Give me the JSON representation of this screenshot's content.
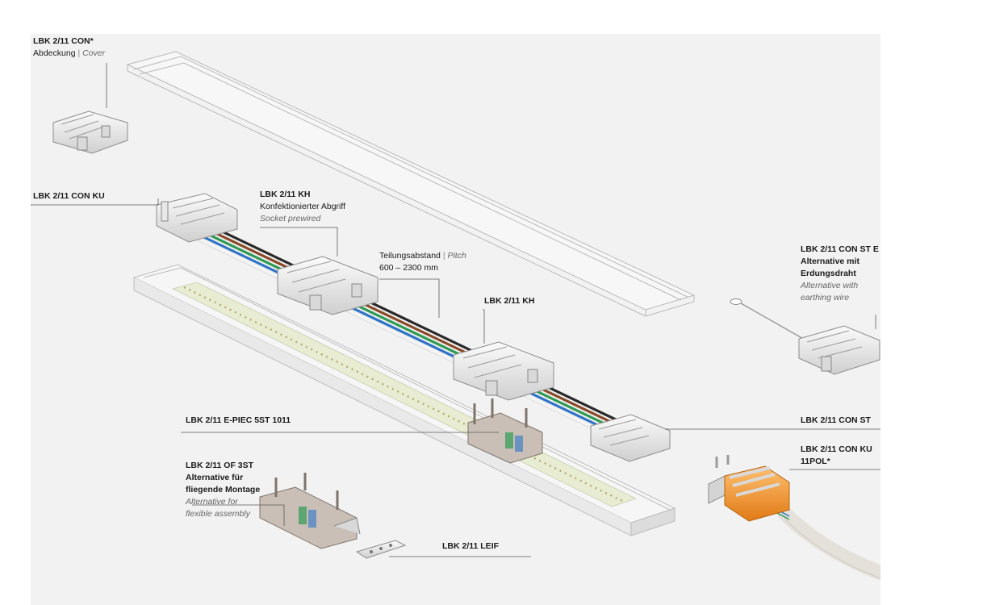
{
  "labels": {
    "con": {
      "name": "LBK 2/11 CON*",
      "de": "Abdeckung",
      "sep": "|",
      "en": "Cover"
    },
    "con_ku": {
      "name": "LBK 2/11 CON KU"
    },
    "kh_prewired": {
      "name": "LBK 2/11 KH",
      "de": "Konfektionierter Abgriff",
      "en": "Socket prewired"
    },
    "pitch": {
      "de": "Teilungsabstand",
      "sep": "|",
      "en": "Pitch",
      "range": "600 – 2300 mm"
    },
    "kh": {
      "name": "LBK 2/11 KH"
    },
    "con_st_e": {
      "name": "LBK 2/11 CON ST E",
      "de1": "Alternative mit",
      "de2": "Erdungsdraht",
      "en1": "Alternative with",
      "en2": "earthing wire"
    },
    "e_piec": {
      "name": "LBK 2/11 E-PIEC 5ST 1011"
    },
    "con_st": {
      "name": "LBK 2/11 CON ST"
    },
    "of_3st": {
      "name": "LBK 2/11 OF 3ST",
      "de1": "Alternative für",
      "de2": "fliegende Montage",
      "en1": "Alternative for",
      "en2": "flexible assembly"
    },
    "con_ku_11": {
      "name1": "LBK 2/11 CON KU",
      "name2": "11POL*"
    },
    "leif": {
      "name": "LBK 2/11 LEIF"
    }
  },
  "colors": {
    "background": "#f2f2f2",
    "wire_black": "#2a2a2a",
    "wire_brown": "#8a4a2a",
    "wire_green": "#2f9a54",
    "wire_blue": "#2f74c8",
    "wire_white": "#f4f4f4",
    "connector_orange": "#f0922e",
    "led_strip": "#e7ecd2"
  }
}
